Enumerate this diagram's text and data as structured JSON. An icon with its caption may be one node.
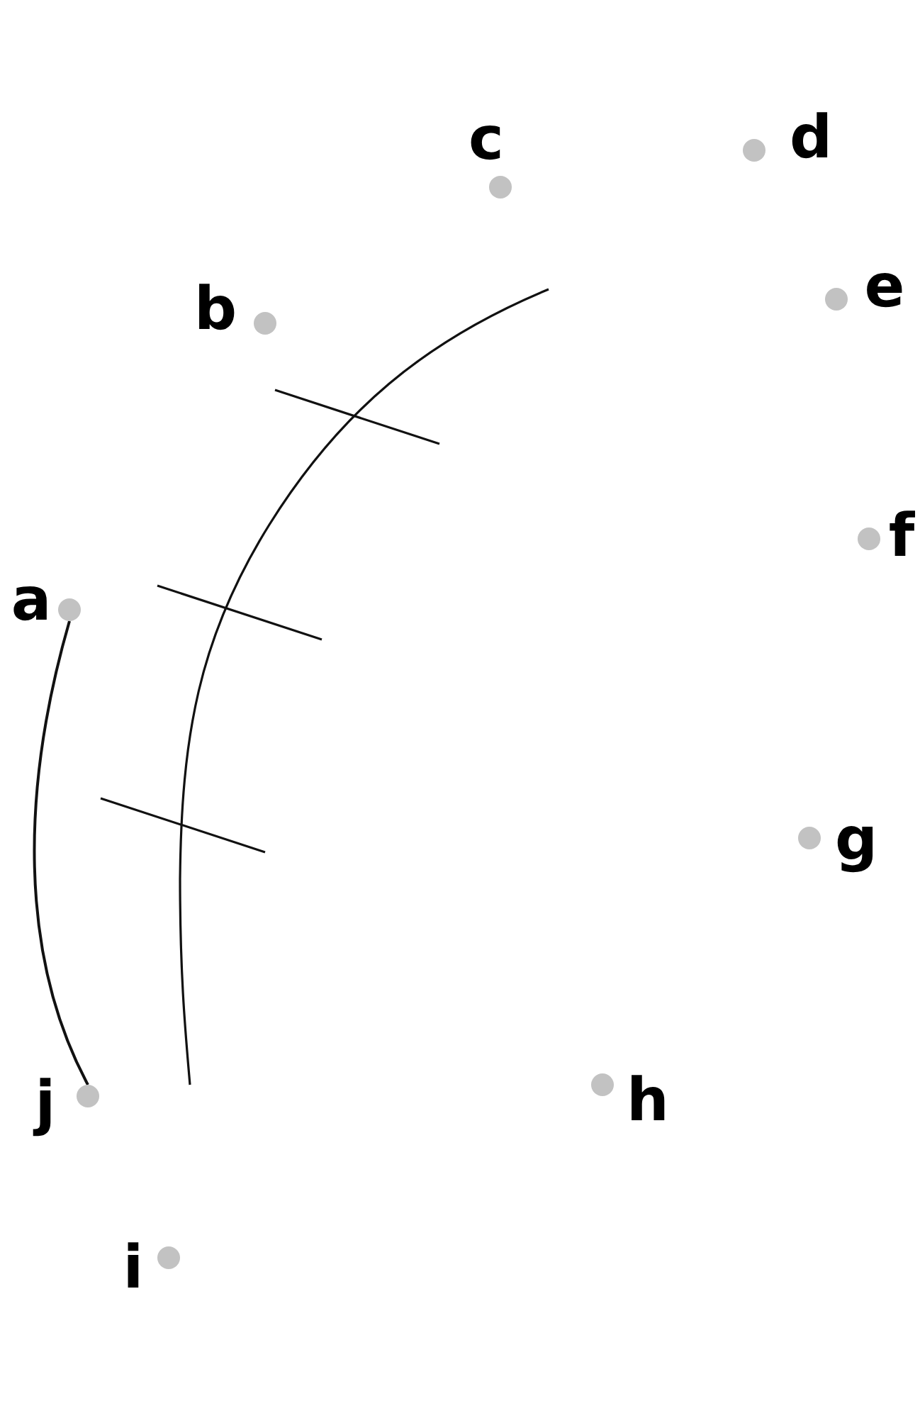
{
  "diagram": {
    "nodes": [
      {
        "text": [
          "a"
        ]
      },
      {
        "text": [
          "b"
        ]
      },
      {
        "text": [
          "c"
        ]
      },
      {
        "text": [
          "d"
        ]
      },
      {
        "text": [
          "e"
        ]
      },
      {
        "text": [
          "f"
        ]
      },
      {
        "text": [
          "g"
        ]
      },
      {
        "text": [
          "h"
        ]
      },
      {
        "text": [
          "i"
        ]
      },
      {
        "text": [
          "j"
        ]
      }
    ],
    "edges": [
      {
        "from": 0,
        "to": 9,
        "arrow": "none"
      }
    ]
  }
}
